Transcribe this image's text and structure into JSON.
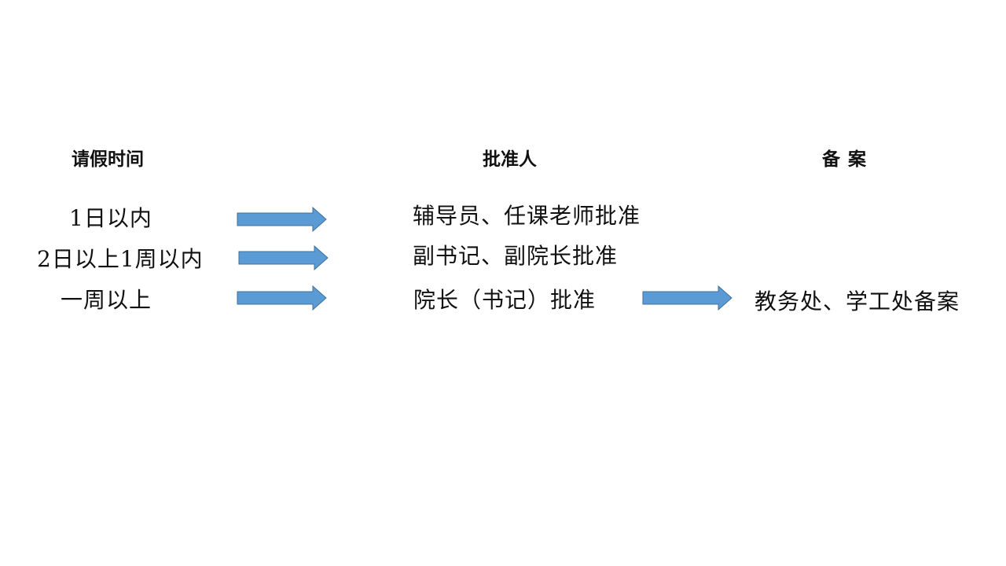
{
  "headers": {
    "duration": "请假时间",
    "approver": "批准人",
    "filing": "备案"
  },
  "rows": [
    {
      "duration": "1日以内",
      "approver": "辅导员、任课老师批准",
      "filing": ""
    },
    {
      "duration": "2日以上1周以内",
      "approver": "副书记、副院长批准",
      "filing": ""
    },
    {
      "duration": "一周以上",
      "approver": "院长（书记）批准",
      "filing": "教务处、学工处备案"
    }
  ],
  "colors": {
    "arrow_fill": "#5b9bd5",
    "arrow_stroke": "#41719c",
    "text": "#111111",
    "background": "#ffffff"
  },
  "icons": {
    "arrow": "right-arrow-icon"
  }
}
